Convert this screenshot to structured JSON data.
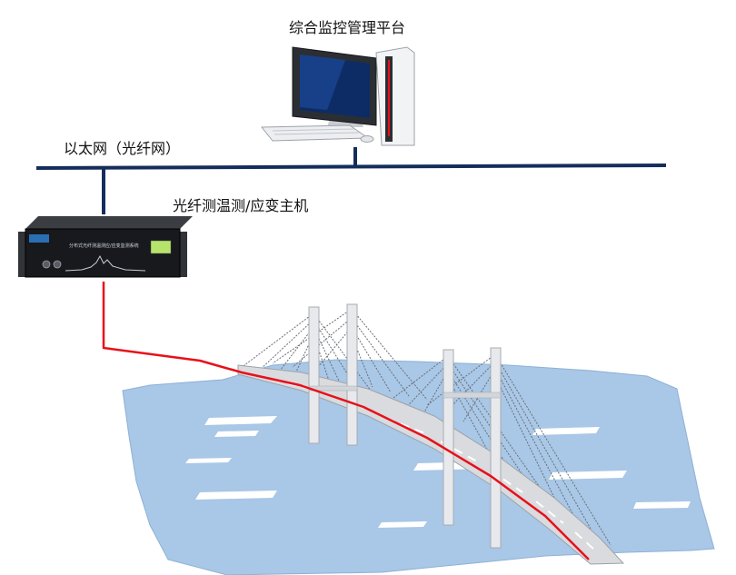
{
  "labels": {
    "platform": "综合监控管理平台",
    "network": "以太网（光纤网）",
    "host": "光纤测温测/应变主机"
  },
  "device": {
    "panel_text": "分布式光纤测温测应/应变监测系统"
  },
  "colors": {
    "network_line": "#142d5c",
    "fiber": "#e8101a",
    "water": "#a9c7e6",
    "tower": "#e7e9ec"
  }
}
